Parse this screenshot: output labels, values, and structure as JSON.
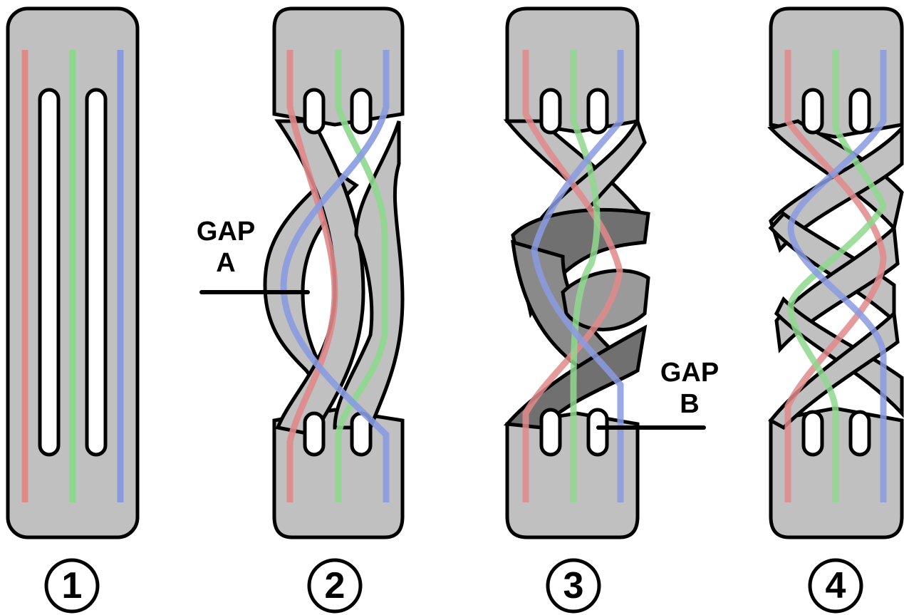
{
  "steps": [
    {
      "label": "1"
    },
    {
      "label": "2"
    },
    {
      "label": "3"
    },
    {
      "label": "4"
    }
  ],
  "gaps": [
    {
      "line1": "GAP",
      "line2": "A"
    },
    {
      "line1": "GAP",
      "line2": "B"
    }
  ],
  "colors": {
    "leather": "#c0c0c0",
    "leather_dark": "#707070",
    "outline": "#000000",
    "strand_red": "#e08a8a",
    "strand_green": "#8ed88e",
    "strand_blue": "#8a9ae0"
  }
}
